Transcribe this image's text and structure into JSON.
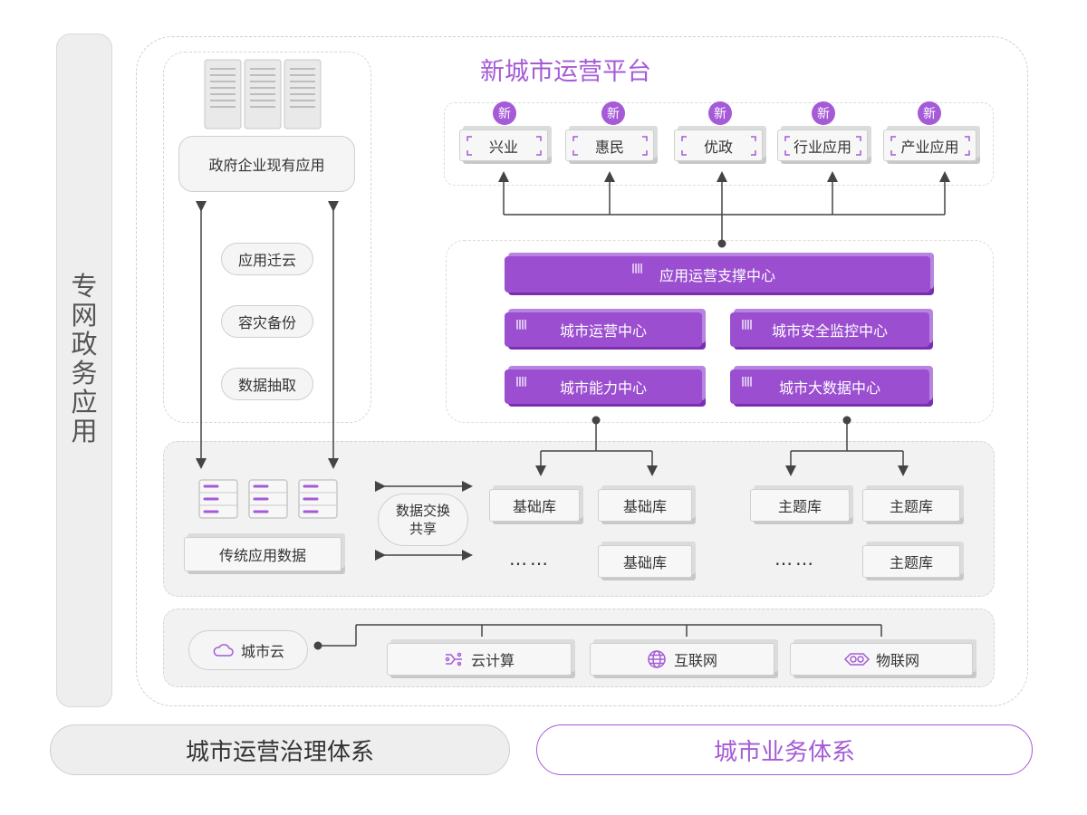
{
  "side_label": [
    "专",
    "网",
    "政",
    "务",
    "应",
    "用"
  ],
  "platform_title": "新城市运营平台",
  "new_badge": "新",
  "platform_apps": [
    "兴业",
    "惠民",
    "优政",
    "行业应用",
    "产业应用"
  ],
  "left_panel": {
    "top_box": "政府企业现有应用",
    "actions": [
      "应用迁云",
      "容灾备份",
      "数据抽取"
    ]
  },
  "centers": {
    "support": "应用运营支撑中心",
    "operation": "城市运营中心",
    "security": "城市安全监控中心",
    "capability": "城市能力中心",
    "bigdata": "城市大数据中心"
  },
  "data_layer": {
    "legacy": "传统应用数据",
    "exchange": "数据交换\n共享",
    "base_lib": "基础库",
    "theme_lib": "主题库",
    "ellipsis": "……"
  },
  "cloud_layer": {
    "city_cloud": "城市云",
    "items": [
      "云计算",
      "互联网",
      "物联网"
    ]
  },
  "bottom": {
    "left": "城市运营治理体系",
    "right": "城市业务体系"
  },
  "colors": {
    "accent": "#a55bd7",
    "center_fill": "#9b4fd0"
  }
}
